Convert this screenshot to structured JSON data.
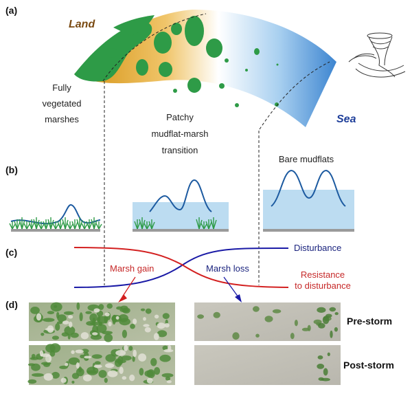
{
  "panels": {
    "a": "(a)",
    "b": "(b)",
    "c": "(c)",
    "d": "(d)"
  },
  "map_labels": {
    "land": "Land",
    "sea": "Sea"
  },
  "zones": {
    "fully_vegetated": [
      "Fully",
      "vegetated",
      "marshes"
    ],
    "patchy": [
      "Patchy",
      "mudflat-marsh",
      "transition"
    ],
    "bare": "Bare mudflats"
  },
  "curves": {
    "disturbance": "Disturbance",
    "resistance": [
      "Resistance",
      "to disturbance"
    ],
    "marsh_gain": "Marsh gain",
    "marsh_loss": "Marsh loss"
  },
  "photos": {
    "pre_storm": "Pre-storm",
    "post_storm": "Post-storm"
  },
  "colors": {
    "land_text": "#7a4a12",
    "sea_text": "#1f3f9a",
    "vegetation": "#2e9b47",
    "mud": "#e0a12a",
    "water": "#4a90d9",
    "disturbance_line": "#1a1aa6",
    "resistance_line": "#d32020",
    "wave": "#1c5aa0",
    "water_box": "#bcdcf1"
  },
  "icons": [
    "storm-icon",
    "grass-icon",
    "arrow-down-icon"
  ]
}
